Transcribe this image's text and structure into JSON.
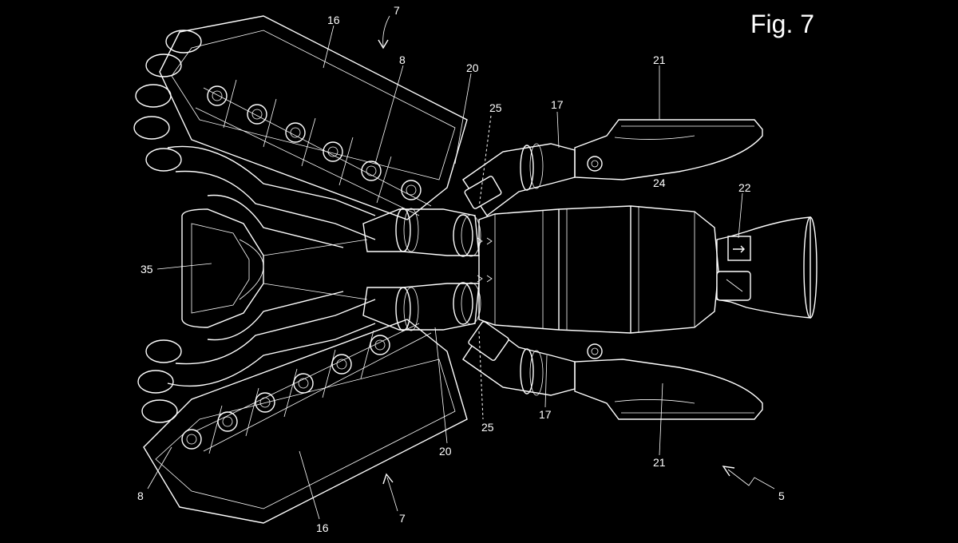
{
  "figure": {
    "title": "Fig. 7"
  },
  "labels": {
    "l16_top": "16",
    "l7_top": "7",
    "l8_top": "8",
    "l20_top": "20",
    "l25_top": "25",
    "l17_top": "17",
    "l21_top": "21",
    "l24": "24",
    "l22": "22",
    "l35": "35",
    "l25_bot": "25",
    "l17_bot": "17",
    "l20_bot": "20",
    "l21_bot": "21",
    "l8_bot": "8",
    "l16_bot": "16",
    "l7_bot": "7",
    "l5": "5"
  }
}
